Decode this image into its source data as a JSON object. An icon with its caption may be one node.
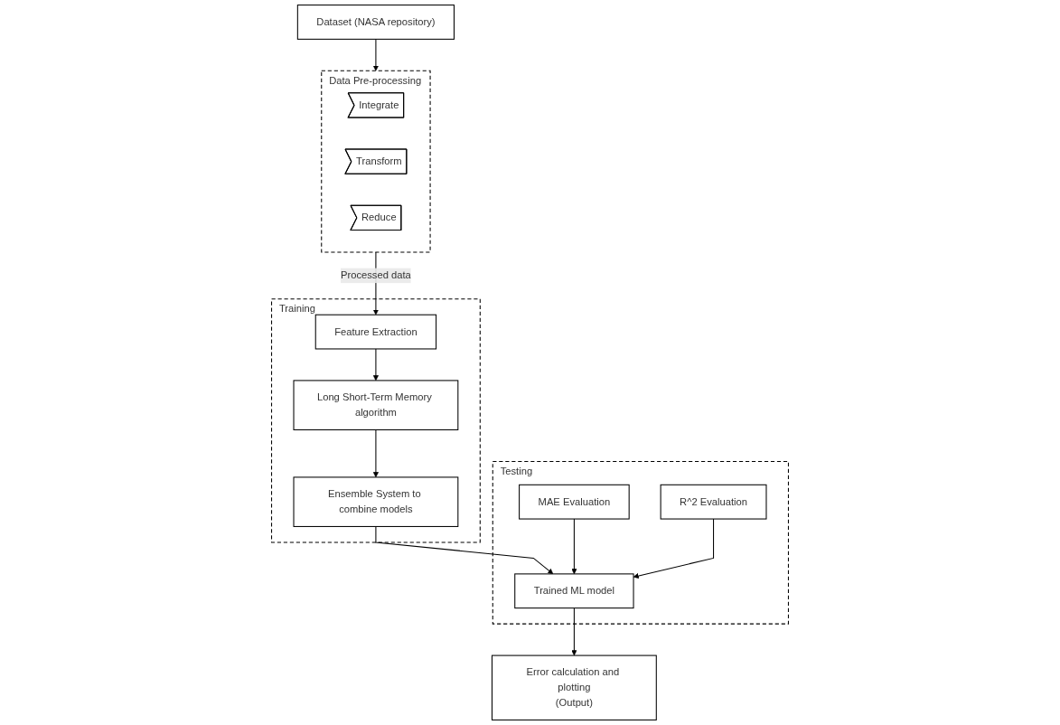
{
  "diagram": {
    "nodes": [
      {
        "text": [
          "Dataset (NASA repository)"
        ]
      },
      {
        "text": [
          "Data Pre-processing"
        ]
      },
      {
        "text": [
          "Integrate"
        ],
        "in": 1
      },
      {
        "text": [
          "Transform"
        ],
        "in": 1
      },
      {
        "text": [
          "Reduce"
        ],
        "in": 1
      },
      {
        "text": [
          "Training"
        ]
      },
      {
        "text": [
          "Feature Extraction"
        ],
        "in": 5
      },
      {
        "text": [
          "Long Short-Term Memory algorithm"
        ],
        "in": 5
      },
      {
        "text": [
          "Ensemble System to combine models"
        ],
        "in": 5
      },
      {
        "text": [
          "Testing"
        ]
      },
      {
        "text": [
          "MAE Evaluation"
        ],
        "in": 9
      },
      {
        "text": [
          "R^2 Evaluation"
        ],
        "in": 9
      },
      {
        "text": [
          "Trained ML model"
        ],
        "in": 9
      },
      {
        "text": [
          "Error calculation and plotting",
          "(Output)"
        ]
      }
    ],
    "edges": [
      {
        "from": 0,
        "to": 1,
        "arrow": "to"
      },
      {
        "from": 1,
        "to": 6,
        "arrow": "to",
        "label": "Processed data"
      },
      {
        "from": 6,
        "to": 7,
        "arrow": "to"
      },
      {
        "from": 7,
        "to": 8,
        "arrow": "to"
      },
      {
        "from": 8,
        "to": 12,
        "arrow": "to"
      },
      {
        "from": 10,
        "to": 12,
        "arrow": "to"
      },
      {
        "from": 11,
        "to": 12,
        "arrow": "to"
      },
      {
        "from": 12,
        "to": 13,
        "arrow": "to"
      }
    ]
  }
}
